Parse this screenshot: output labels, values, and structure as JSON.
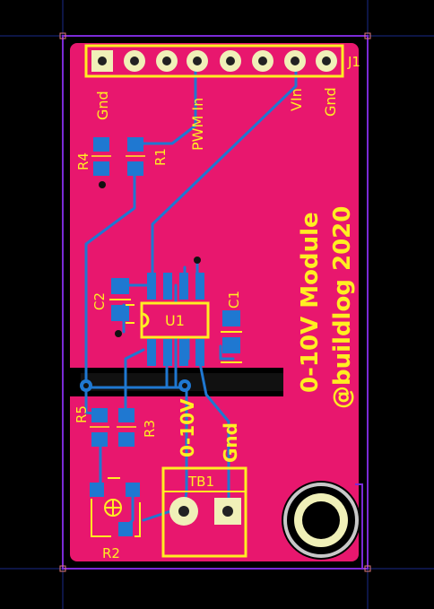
{
  "board": {
    "title": "0-10V Module",
    "credit": "@buildlog 2020"
  },
  "header": {
    "ref": "J1",
    "pin_labels": [
      "Gnd",
      "PWM In",
      "VIn",
      "Gnd"
    ]
  },
  "components": {
    "R1": "R1",
    "R2": "R2",
    "R3": "R3",
    "R4": "R4",
    "R5": "R5",
    "C1": "C1",
    "C2": "C2",
    "U1": "U1",
    "TB1": "TB1"
  },
  "terminal_labels": [
    "0-10V",
    "Gnd"
  ],
  "colors": {
    "canvas": "#000000",
    "board": "#e8176e",
    "silkscreen": "#ffee22",
    "copper_trace": "#1f78d1",
    "outline": "#7a2ad6",
    "header_pad": "#f0f0b8",
    "mount_hole": "#c8c8c8"
  }
}
